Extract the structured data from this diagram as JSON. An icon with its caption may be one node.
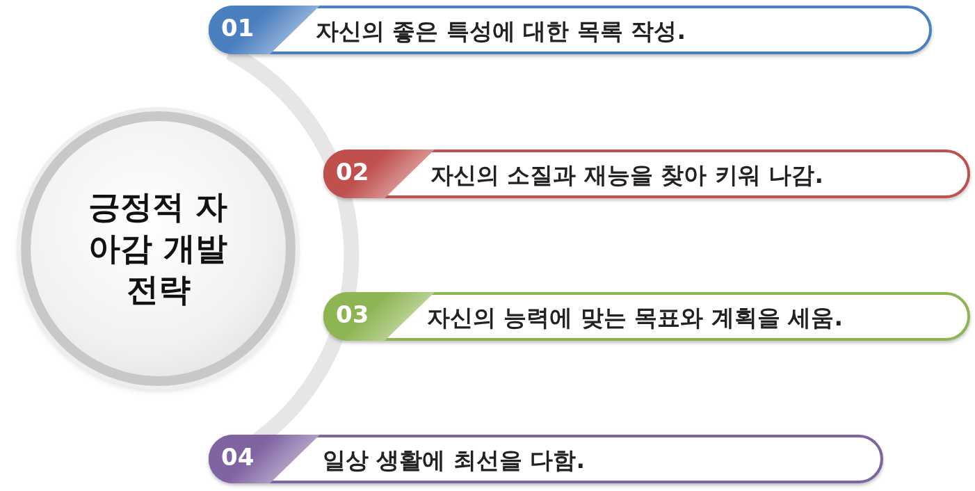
{
  "diagram": {
    "nodes": [
      {
        "text": [
          "긍정적 자아감 개발 전략"
        ]
      },
      {
        "text": [
          "01",
          "자신의 좋은 특성에 대한 목록 작성."
        ]
      },
      {
        "text": [
          "02",
          "자신의 소질과 재능을 찾아 키워 나감."
        ]
      },
      {
        "text": [
          "03",
          "자신의 능력에 맞는 목표와 계획을 세움."
        ]
      },
      {
        "text": [
          "04",
          "일상 생활에 최선을 다함."
        ]
      }
    ]
  }
}
